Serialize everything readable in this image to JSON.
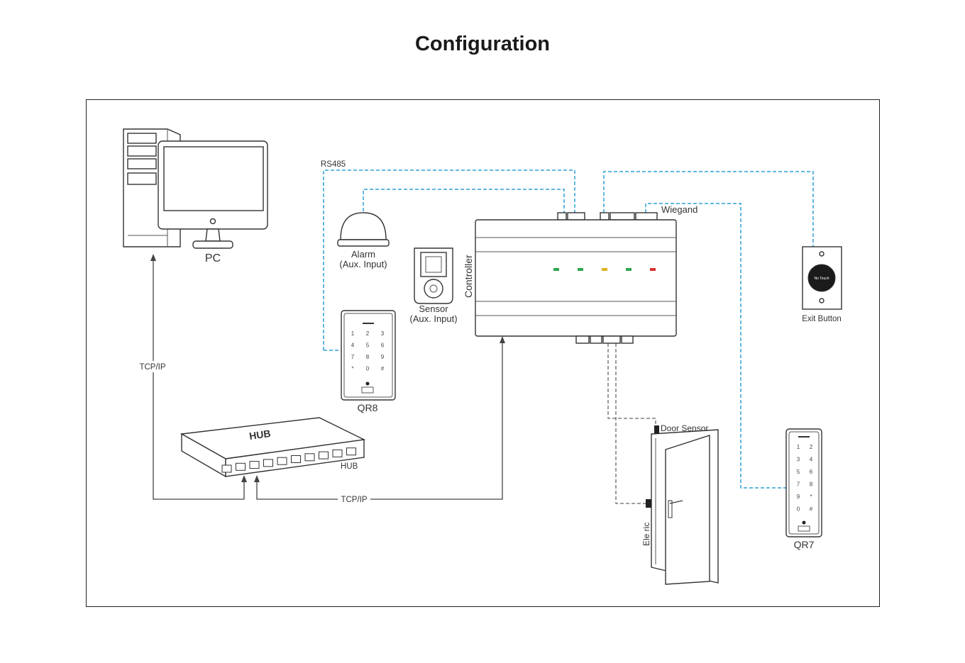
{
  "title": "Configuration",
  "labels": {
    "pc": "PC",
    "rs485": "RS485",
    "alarm": "Alarm",
    "alarm_sub": "(Aux. Input)",
    "sensor": "Sensor",
    "sensor_sub": "(Aux. Input)",
    "controller": "Controller",
    "wiegand": "Wiegand",
    "exit_button": "Exit Button",
    "exit_button_face": "No Touch",
    "qr8": "QR8",
    "qr7": "QR7",
    "hub": "HUB",
    "hub_top": "HUB",
    "tcpip_left": "TCP/IP",
    "tcpip_bottom": "TCP/IP",
    "door_sensor": "Door Sensor",
    "electric": "Ele ric"
  },
  "keypad_keys": [
    "1",
    "2",
    "3",
    "4",
    "5",
    "6",
    "7",
    "8",
    "9",
    "*",
    "0",
    "#"
  ],
  "colors": {
    "rs485_line": "#2f9fd6",
    "wiring_line": "#666666",
    "led_green": "#2fa84f",
    "led_yellow": "#e2b21c",
    "led_red": "#d9302c"
  }
}
